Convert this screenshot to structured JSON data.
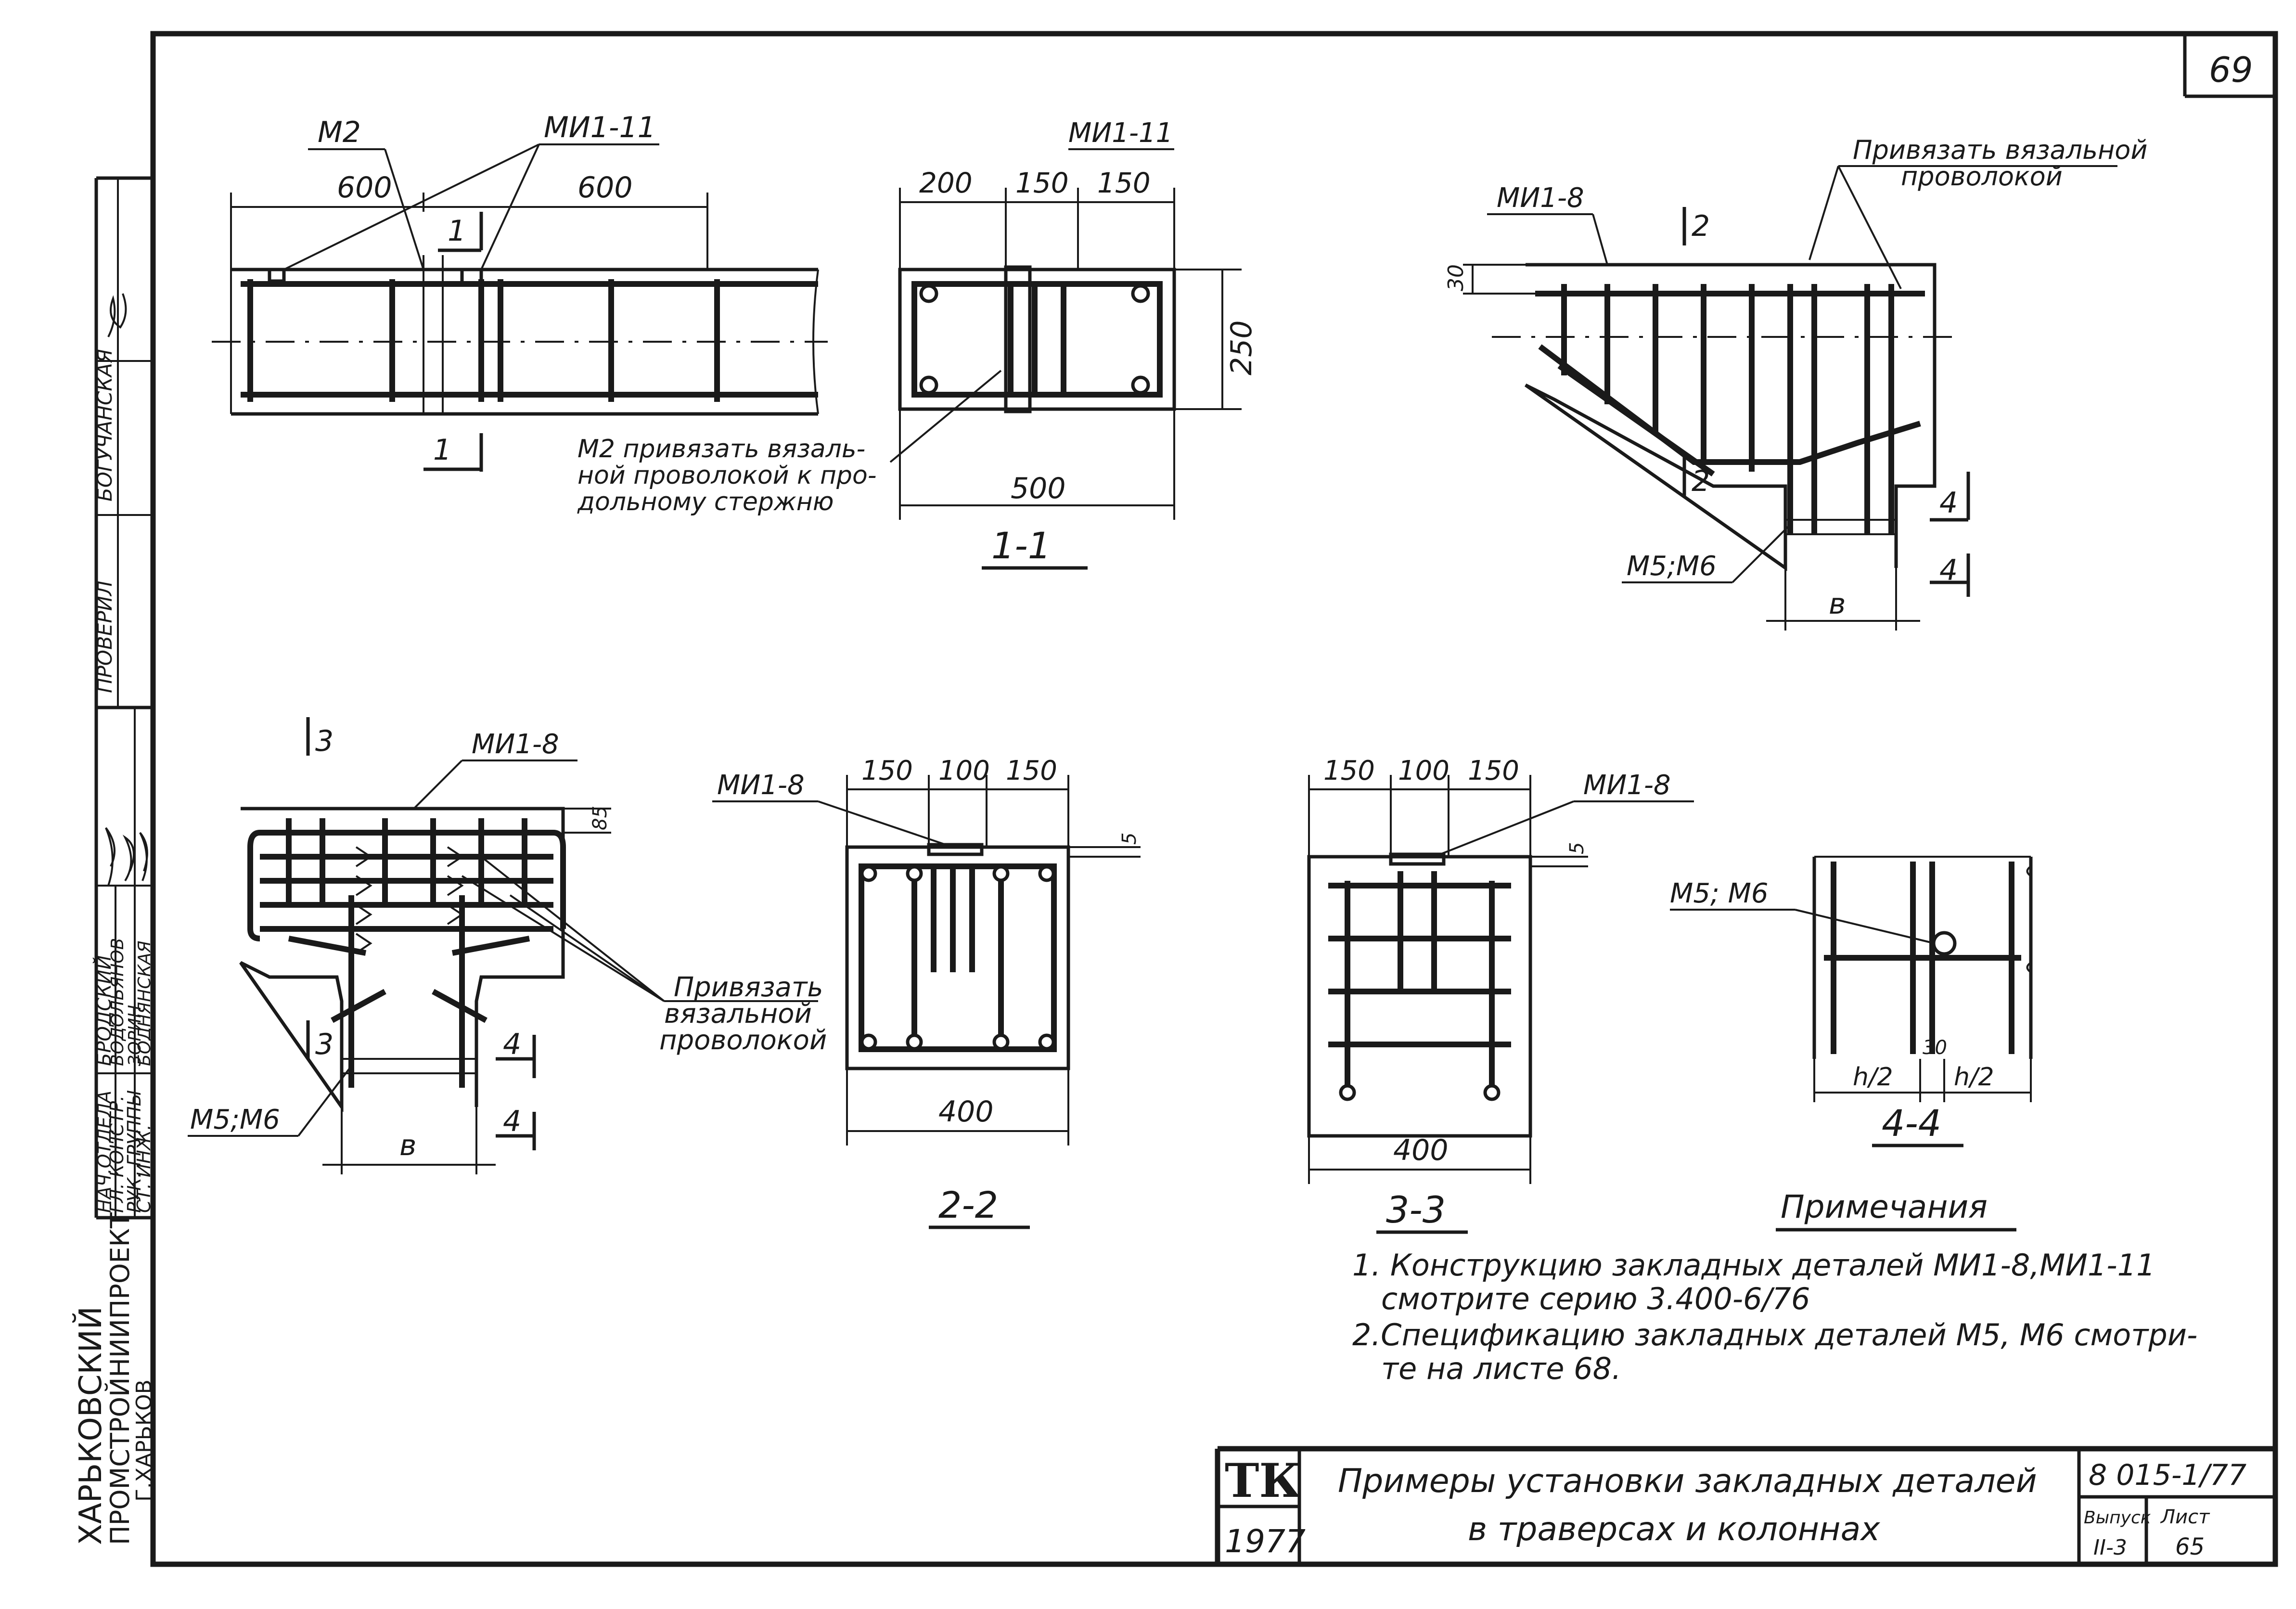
{
  "sheet": {
    "page_number": "69",
    "organization": {
      "line1": "ХАРЬКОВСКИЙ",
      "line2": "ПРОМСТРОЙНИИПРОЕКТ",
      "line3": "Г.ХАРЬКОВ"
    },
    "signatures": [
      {
        "role": "НАЧ.ОТДЕЛА",
        "name": "БРОДСКИЙ"
      },
      {
        "role": "ГЛ. КОНСТР.",
        "name": "ВОДОЛЬЯНОВ"
      },
      {
        "role": "РУК. ГРУППЫ",
        "name": "ЗОРИН"
      },
      {
        "role": "СТ. ИНЖ.",
        "name": "БОДНЯНСКАЯ"
      }
    ],
    "checked": {
      "role": "ПРОВЕРИЛ",
      "name": "БОГУЧАНСКАЯ"
    }
  },
  "views": {
    "beam": {
      "label_m2": "М2",
      "label_mi": "МИ1-11",
      "dim_left": "600",
      "dim_right": "600",
      "cut_top": "1",
      "cut_bottom": "1",
      "note": [
        "М2 привязать вязаль-",
        "ной проволокой к про-",
        "дольному стержню"
      ]
    },
    "section_1_1": {
      "label_mi": "МИ1-11",
      "dims_top": [
        "200",
        "150",
        "150"
      ],
      "dim_height": "250",
      "dim_width": "500",
      "title": "1-1"
    },
    "traverse_side": {
      "label_mi": "МИ1-8",
      "note": [
        "Привязать вязальной",
        "проволокой"
      ],
      "dim_30": "30",
      "cut_top": "2",
      "cut_bottom": "2",
      "cut_right_top": "4",
      "cut_right_bottom": "4",
      "label_m": "М5;М6",
      "dim_b": "в"
    },
    "traverse_front": {
      "cut_top": "3",
      "cut_bottom": "3",
      "label_mi": "МИ1-8",
      "dim_85": "85",
      "note": [
        "Привязать",
        "вязальной",
        "проволокой"
      ],
      "cut_right_top": "4",
      "cut_right_bottom": "4",
      "label_m": "М5;М6",
      "dim_b": "в"
    },
    "section_2_2": {
      "label_mi": "МИ1-8",
      "dims_top": [
        "150",
        "100",
        "150"
      ],
      "dim_5": "5",
      "dim_width": "400",
      "title": "2-2"
    },
    "section_3_3": {
      "label_mi": "МИ1-8",
      "dims_top": [
        "150",
        "100",
        "150"
      ],
      "dim_5": "5",
      "dim_width": "400",
      "title": "3-3"
    },
    "section_4_4": {
      "label_m": "М5; М6",
      "dim_30": "30",
      "dim_h_left": "h/2",
      "dim_h_right": "h/2",
      "title": "4-4"
    }
  },
  "notes": {
    "heading": "Примечания",
    "lines": [
      "1. Конструкцию закладных деталей МИ1-8,МИ1-11",
      "смотрите серию 3.400-6/76",
      "2.Спецификацию закладных деталей М5, М6 смотри-",
      "те на листе 68."
    ]
  },
  "title_block": {
    "logo": "ТК",
    "year": "1977",
    "title_line1": "Примеры установки закладных деталей",
    "title_line2": "в траверсах и колоннах",
    "series": "8 015-1/77",
    "issue_label": "Выпуск",
    "issue_value": "II-3",
    "sheet_label": "Лист",
    "sheet_value": "65"
  }
}
